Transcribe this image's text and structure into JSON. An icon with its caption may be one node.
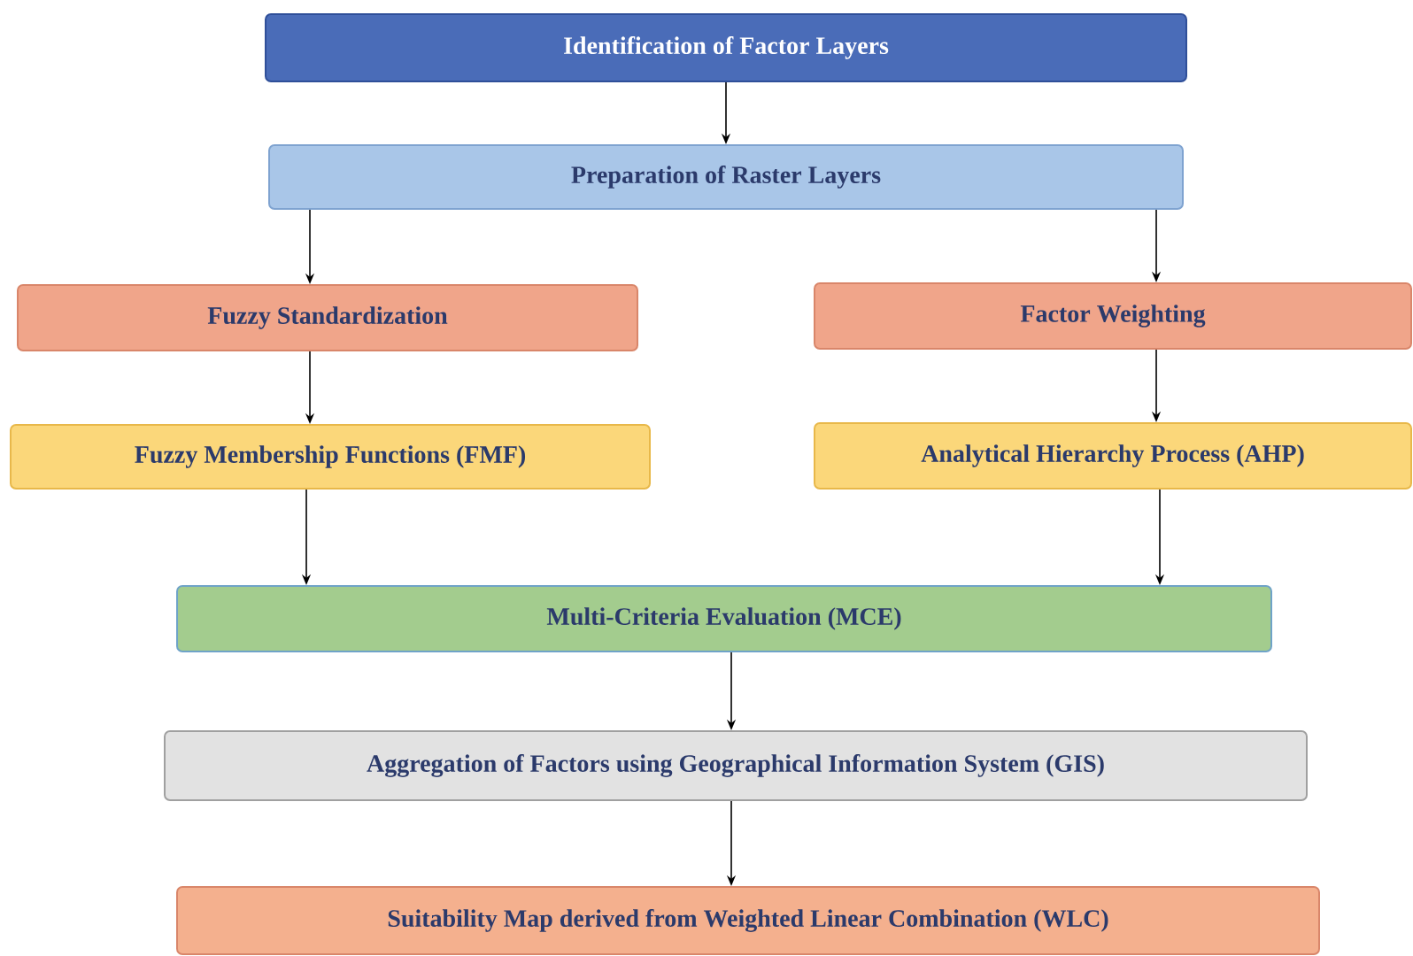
{
  "diagram": {
    "nodes": [
      {
        "text": [
          "Identification of Factor Layers"
        ]
      },
      {
        "text": [
          "Preparation of Raster Layers"
        ]
      },
      {
        "text": [
          "Fuzzy Standardization"
        ]
      },
      {
        "text": [
          "Factor Weighting"
        ]
      },
      {
        "text": [
          "Fuzzy Membership Functions (FMF)"
        ]
      },
      {
        "text": [
          "Analytical Hierarchy Process (AHP)"
        ]
      },
      {
        "text": [
          "Multi-Criteria Evaluation (MCE)"
        ]
      },
      {
        "text": [
          "Aggregation of Factors using Geographical Information System (GIS)"
        ]
      },
      {
        "text": [
          "Suitability Map derived from Weighted Linear Combination (WLC)"
        ]
      }
    ],
    "edges": [
      {
        "from": 0,
        "to": 1,
        "arrow": "to"
      },
      {
        "from": 1,
        "to": 2,
        "arrow": "to"
      },
      {
        "from": 1,
        "to": 3,
        "arrow": "to"
      },
      {
        "from": 2,
        "to": 4,
        "arrow": "to"
      },
      {
        "from": 3,
        "to": 5,
        "arrow": "to"
      },
      {
        "from": 4,
        "to": 6,
        "arrow": "to"
      },
      {
        "from": 5,
        "to": 6,
        "arrow": "to"
      },
      {
        "from": 6,
        "to": 7,
        "arrow": "to"
      },
      {
        "from": 7,
        "to": 8,
        "arrow": "to"
      }
    ]
  }
}
